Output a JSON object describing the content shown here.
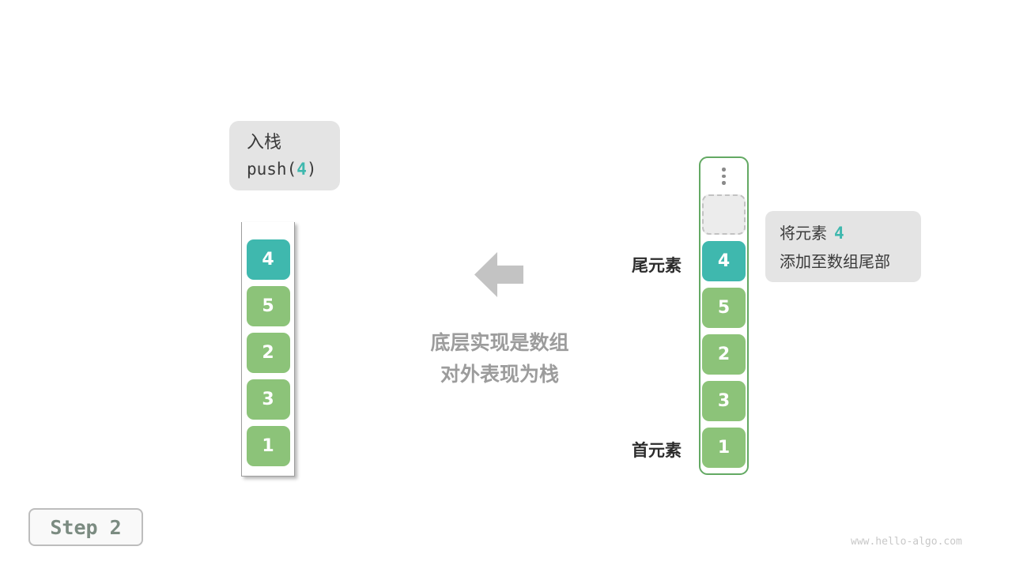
{
  "push_label": {
    "title": "入栈",
    "code": {
      "prefix": "push(",
      "arg": "4",
      "suffix": ")"
    }
  },
  "left_stack": {
    "cells": [
      {
        "value": "4",
        "type": "teal"
      },
      {
        "value": "5",
        "type": "green"
      },
      {
        "value": "2",
        "type": "green"
      },
      {
        "value": "3",
        "type": "green"
      },
      {
        "value": "1",
        "type": "green"
      }
    ]
  },
  "right_stack": {
    "cells": [
      {
        "value": "4",
        "type": "teal"
      },
      {
        "value": "5",
        "type": "green"
      },
      {
        "value": "2",
        "type": "green"
      },
      {
        "value": "3",
        "type": "green"
      },
      {
        "value": "1",
        "type": "green"
      }
    ]
  },
  "pointers": {
    "tail": "尾元素",
    "head": "首元素"
  },
  "annotation": {
    "line1_prefix": "将元素",
    "value": "4",
    "line2": "添加至数组尾部"
  },
  "center_caption": {
    "line1": "底层实现是数组",
    "line2": "对外表现为栈"
  },
  "step_badge": "Step 2",
  "watermark": "www.hello-algo.com",
  "colors": {
    "teal": "#3fb8ae",
    "green": "#8cc379",
    "label_bg": "#e4e4e4",
    "arrow": "#c3c3c3",
    "caption_text": "#9c9c9c",
    "container_border_green": "#63a963"
  }
}
